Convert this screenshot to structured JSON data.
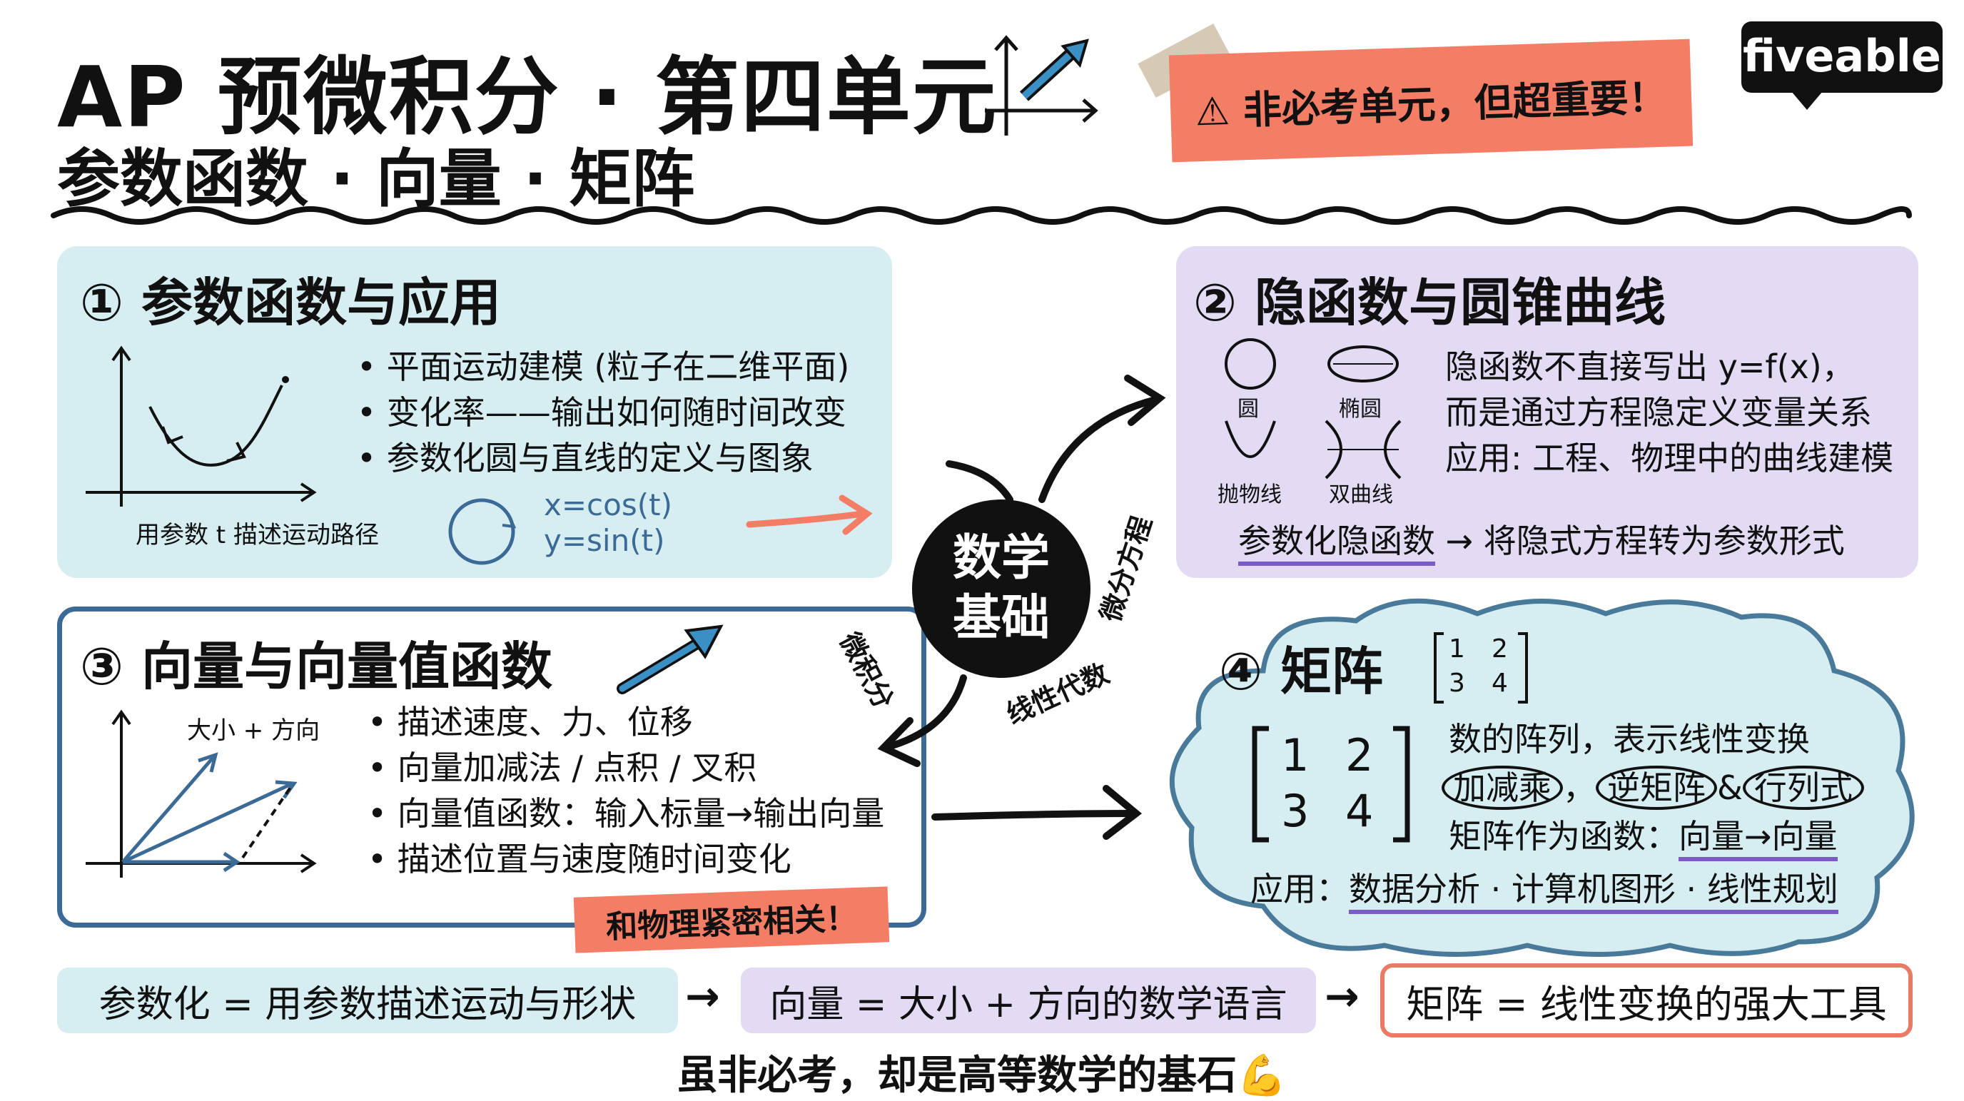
{
  "header": {
    "title_line1": "AP 预微积分 · 第四单元",
    "title_line2": "参数函数 · 向量 · 矩阵",
    "banner": "⚠ 非必考单元，但超重要！",
    "logo": "fiveable"
  },
  "panel1": {
    "title": "① 参数函数与应用",
    "bullets": [
      "• 平面运动建模 (粒子在二维平面)",
      "• 变化率——输出如何随时间改变",
      "• 参数化圆与直线的定义与图象"
    ],
    "graph_caption": "用参数 t 描述运动路径",
    "eq1": "x=cos(t)",
    "eq2": "y=sin(t)"
  },
  "panel2": {
    "title": "② 隐函数与圆锥曲线",
    "shapes": [
      "圆",
      "椭圆",
      "抛物线",
      "双曲线"
    ],
    "desc": [
      "隐函数不直接写出 y=f(x)，",
      "而是通过方程隐定义变量关系",
      "应用: 工程、物理中的曲线建模"
    ],
    "note_term": "参数化隐函数",
    "note_rest": " → 将隐式方程转为参数形式"
  },
  "panel3": {
    "title": "③ 向量与向量值函数",
    "graph_label": "大小 + 方向",
    "bullets": [
      "• 描述速度、力、位移",
      "• 向量加减法 / 点积 / 叉积",
      "• 向量值函数：输入标量→输出向量",
      "• 描述位置与速度随时间变化"
    ],
    "ribbon": "和物理紧密相关！"
  },
  "panel4": {
    "title": "④ 矩阵",
    "small_matrix": [
      "1",
      "2",
      "3",
      "4"
    ],
    "big_matrix": [
      "1",
      "2",
      "3",
      "4"
    ],
    "line1": "数的阵列，表示线性变换",
    "ops": [
      "加减乘",
      "逆矩阵",
      "行列式"
    ],
    "op_sep1": "，",
    "op_sep2": "&",
    "line3_prefix": "矩阵作为函数：",
    "line3_term": "向量→向量",
    "app_prefix": "应用：",
    "app_term": "数据分析 · 计算机图形 · 线性规划"
  },
  "center": {
    "line1": "数学",
    "line2": "基础",
    "labels": [
      "微积分",
      "线性代数",
      "微分方程"
    ]
  },
  "summary": {
    "pill1": "参数化 = 用参数描述运动与形状",
    "pill2": "向量 = 大小 + 方向的数学语言",
    "pill3": "矩阵 = 线性变换的强大工具",
    "arrow": "→"
  },
  "footer": "虽非必考，却是高等数学的基石💪",
  "colors": {
    "teal_panel": "#d6eef2",
    "lavender_panel": "#e3daf3",
    "coral": "#f47d66",
    "blue": "#3a6a95",
    "purple_underline": "#7b5cc4"
  }
}
